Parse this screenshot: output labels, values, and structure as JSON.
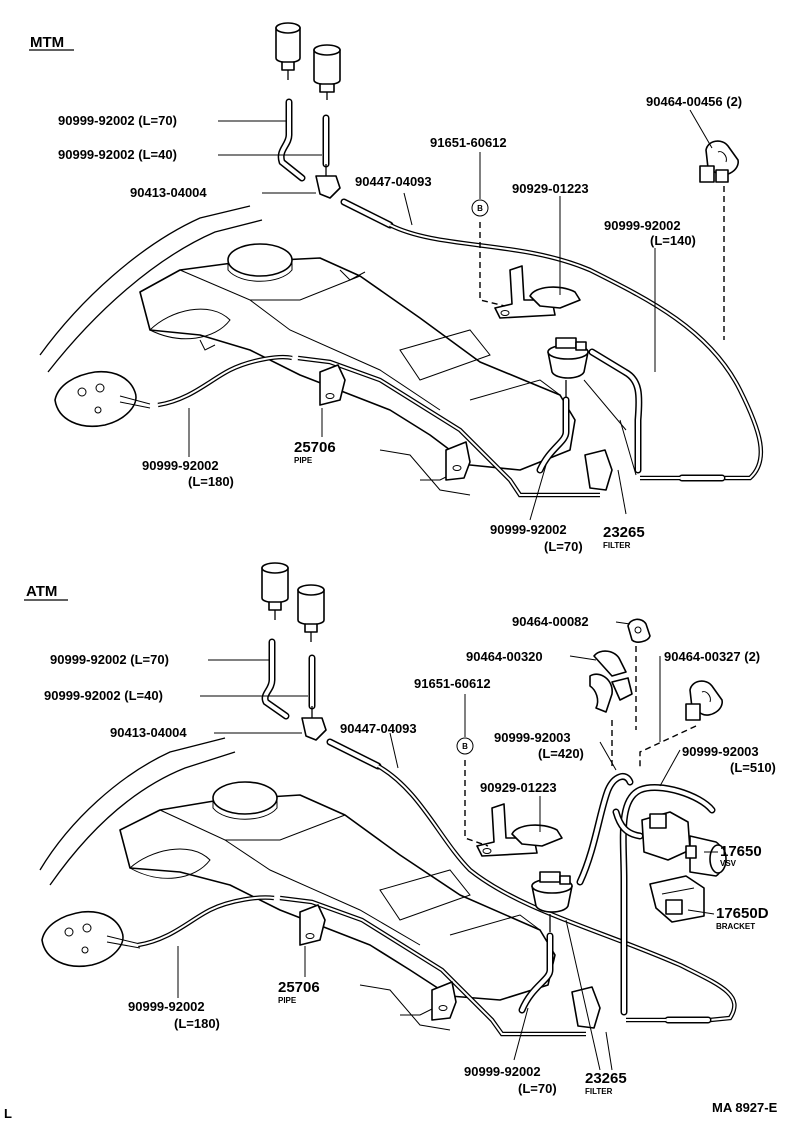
{
  "sections": {
    "mtm": {
      "title": "MTM",
      "labels": {
        "hose_l70": "90999-92002 (L=70)",
        "hose_l40": "90999-92002 (L=40)",
        "pipe_joint": "90413-04004",
        "hose_long": "90447-04093",
        "bolt": "91651-60612",
        "bracket": "90929-01223",
        "clamp": "90464-00456 (2)",
        "hose_l140_part": "90999-92002",
        "hose_l140_len": "(L=140)",
        "hose_l180_part": "90999-92002",
        "hose_l180_len": "(L=180)",
        "pipe_num": "25706",
        "pipe_name": "PIPE",
        "hose_l70b_part": "90999-92002",
        "hose_l70b_len": "(L=70)",
        "filter_num": "23265",
        "filter_name": "FILTER",
        "callout_b": "B"
      }
    },
    "atm": {
      "title": "ATM",
      "labels": {
        "hose_l70": "90999-92002 (L=70)",
        "hose_l40": "90999-92002 (L=40)",
        "pipe_joint": "90413-04004",
        "hose_long": "90447-04093",
        "bolt": "91651-60612",
        "bracket": "90929-01223",
        "clamp_a": "90464-00082",
        "clamp_b": "90464-00320",
        "clamp_c": "90464-00327 (2)",
        "hose_l420_part": "90999-92003",
        "hose_l420_len": "(L=420)",
        "hose_l510_part": "90999-92003",
        "hose_l510_len": "(L=510)",
        "vsv_num": "17650",
        "vsv_name": "VSV",
        "vsv_bracket_num": "17650D",
        "vsv_bracket_name": "BRACKET",
        "hose_l180_part": "90999-92002",
        "hose_l180_len": "(L=180)",
        "pipe_num": "25706",
        "pipe_name": "PIPE",
        "hose_l70b_part": "90999-92002",
        "hose_l70b_len": "(L=70)",
        "filter_num": "23265",
        "filter_name": "FILTER",
        "callout_b": "B"
      }
    }
  },
  "footer": {
    "drawing_id": "MA 8927-E",
    "corner_mark": "L"
  }
}
